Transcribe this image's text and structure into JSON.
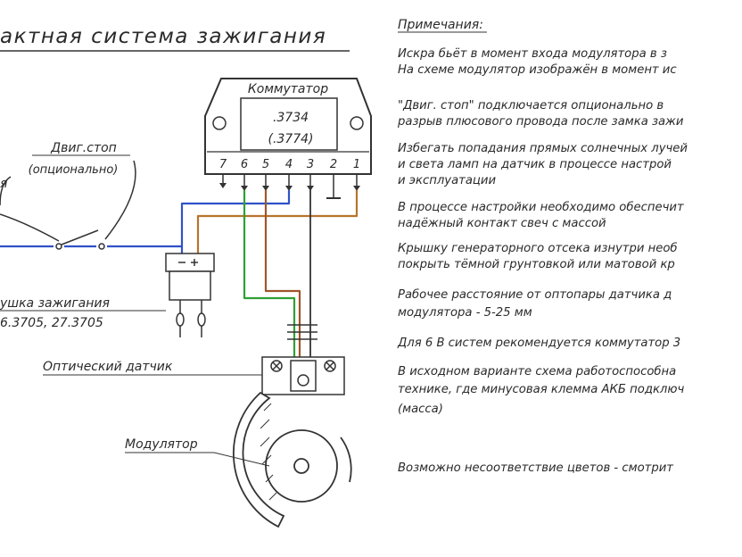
{
  "title": "актная система зажигания",
  "commutator": {
    "label": "Коммутатор",
    "model1": ".3734",
    "model2": "(.3774)",
    "pins": [
      "7",
      "6",
      "5",
      "4",
      "3",
      "2",
      "1"
    ]
  },
  "switch_label": {
    "line1": "Двиг.стоп",
    "line2": "(опционально)"
  },
  "left_fragment": "я",
  "coil": {
    "label": "ушка зажигания",
    "models": "6.3705, 27.3705"
  },
  "sensor_label": "Оптический датчик",
  "modulator_label": "Модулятор",
  "notes_heading": "Примечания:",
  "notes": [
    "Искра бьёт в момент входа модулятора в з",
    "На схеме модулятор изображён в момент ис",
    "\"Двиг. стоп\" подключается опционально в",
    "разрыв плюсового провода после замка зажи",
    "Избегать попадания прямых солнечных лучей",
    "и света ламп на датчик в процессе настрой",
    "и эксплуатации",
    "В процессе настройки необходимо обеспечит",
    "надёжный контакт свеч с массой",
    "Крышку генераторного отсека изнутри необ",
    "покрыть тёмной грунтовкой или матовой кр",
    "Рабочее расстояние от оптопары датчика д",
    "модулятора - 5-25 мм",
    "Для 6 В систем рекомендуется коммутатор 3",
    "В исходном варианте схема работоспособна",
    "технике, где минусовая клемма АКБ подключ",
    "(масса)",
    "Возможно несоответствие цветов - смотрит"
  ],
  "colors": {
    "blue": "#2f52c8",
    "green": "#2fa033",
    "brown": "#a0552a",
    "ink": "#333333"
  }
}
